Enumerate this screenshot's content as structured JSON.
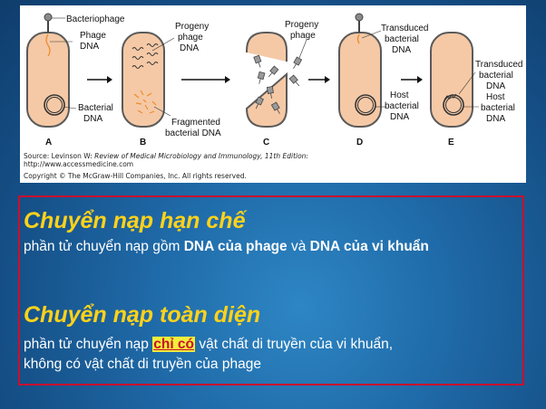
{
  "figure": {
    "labels": {
      "bacteriophage": "Bacteriophage",
      "phage_dna_1": "Phage",
      "phage_dna_2": "DNA",
      "bacterial_dna_1": "Bacterial",
      "bacterial_dna_2": "DNA",
      "progeny_b_1": "Progeny",
      "progeny_b_2": "phage",
      "progeny_b_3": "DNA",
      "fragmented_1": "Fragmented",
      "fragmented_2": "bacterial DNA",
      "progeny_c_1": "Progeny",
      "progeny_c_2": "phage",
      "transduced_d_1": "Transduced",
      "transduced_d_2": "bacterial",
      "transduced_d_3": "DNA",
      "host_d_1": "Host",
      "host_d_2": "bacterial",
      "host_d_3": "DNA",
      "transduced_e_1": "Transduced",
      "transduced_e_2": "bacterial",
      "transduced_e_3": "DNA",
      "host_e_1": "Host",
      "host_e_2": "bacterial",
      "host_e_3": "DNA"
    },
    "panels": [
      "A",
      "B",
      "C",
      "D",
      "E"
    ],
    "source_prefix": "Source: Levinson W: ",
    "source_title": "Review of Medical Microbiology and Immunology, 11th Edition:",
    "source_url": "http://www.accessmedicine.com",
    "copyright": "Copyright © The McGraw-Hill Companies, Inc. All rights reserved."
  },
  "sections": {
    "restricted": {
      "heading": "Chuyển nạp hạn chế",
      "text_1": "phần tử chuyển nạp gồm ",
      "bold_1": "DNA của phage",
      "text_2": " và ",
      "bold_2": "DNA của vi khuẩn"
    },
    "generalized": {
      "heading": "Chuyển nạp toàn diện",
      "text_1": "phần tử chuyển nạp ",
      "highlight": "chỉ có",
      "text_2": " vật chất di truyền của vi khuẩn,",
      "line_2": "không có vật chất di truyền của phage"
    }
  },
  "colors": {
    "cell_fill": "#f5c9a6",
    "cell_stroke": "#5a5a5a",
    "fragment": "#f08a2a",
    "border": "#c8102e",
    "heading": "#ffd21a",
    "highlight_bg": "#f2ee3a"
  }
}
